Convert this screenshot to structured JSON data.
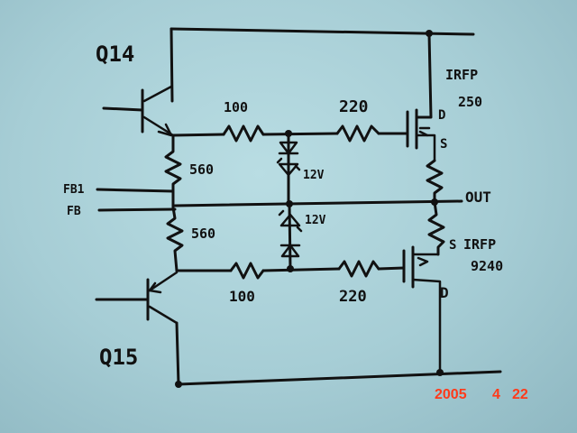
{
  "colors": {
    "ink": "#111111",
    "paper": "#a9cfd6",
    "date_stamp": "#ff3a1a"
  },
  "labels": {
    "q14": "Q14",
    "q15": "Q15",
    "top_fet_part": "IRFP",
    "top_fet_num": "250",
    "top_fet_d": "D",
    "top_fet_s": "S",
    "bot_fet_part": "IRFP",
    "bot_fet_num": "9240",
    "bot_fet_s": "S",
    "bot_fet_d": "D",
    "r_top_gate1": "100",
    "r_top_gate2": "220",
    "r_bot_gate1": "100",
    "r_bot_gate2": "220",
    "r_bias_top": "560",
    "r_bias_bot": "560",
    "zener_top": "12V",
    "zener_bot": "12V",
    "fb1": "FB1",
    "fb": "FB",
    "out": "OUT"
  },
  "date_stamp": {
    "year": "2005",
    "month": "4",
    "day": "22"
  }
}
